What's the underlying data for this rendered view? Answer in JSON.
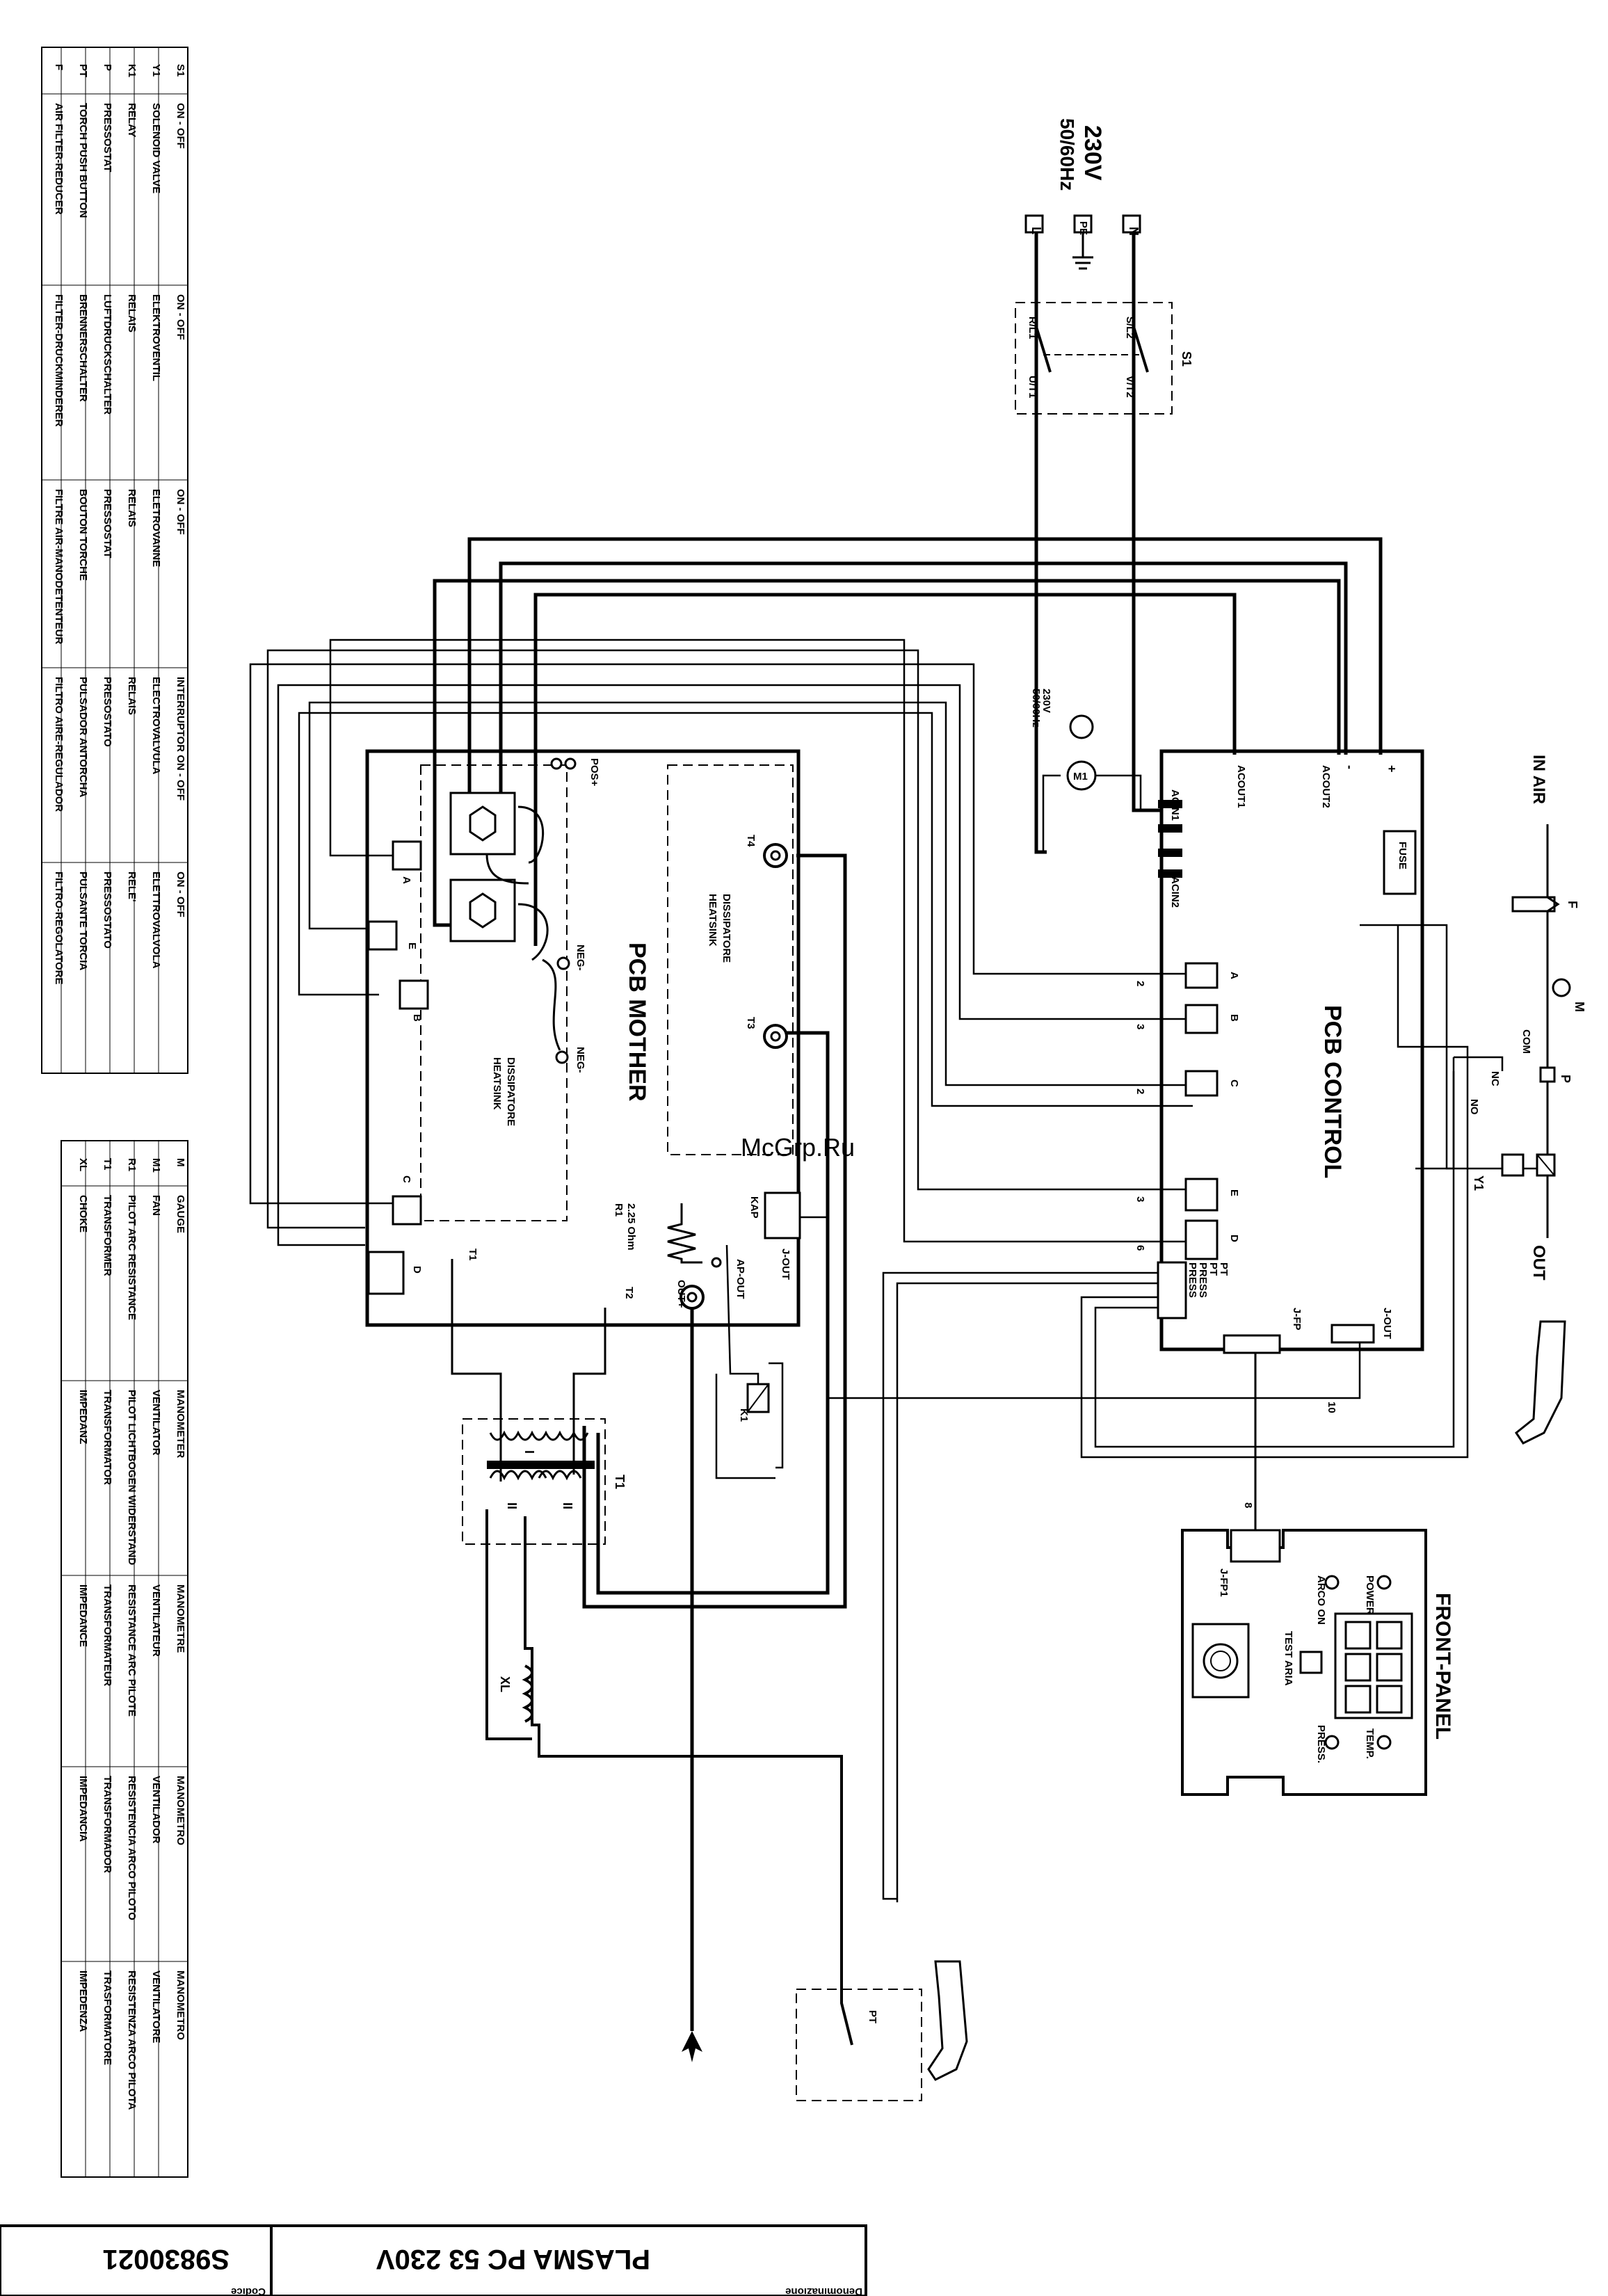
{
  "supply": {
    "voltage": "230V",
    "frequency": "50/60Hz",
    "terminals": [
      "L",
      "PE",
      "N"
    ]
  },
  "switch": {
    "ref": "S1",
    "pins": [
      "R/L1",
      "S/L2",
      "U/T1",
      "V/T2"
    ]
  },
  "pcb_control": {
    "title": "PCB CONTROL",
    "terminals": [
      "ACOUT1",
      "ACOUT2",
      "-",
      "+",
      "ACIN1",
      "ACIN2",
      "FUSE",
      "J-OUT",
      "J-FP",
      "PT",
      "PT",
      "PRESS",
      "PRESS"
    ],
    "connectors": [
      "A",
      "B",
      "C",
      "E",
      "D"
    ]
  },
  "pcb_mother": {
    "title": "PCB MOTHER",
    "terminals": [
      "POS+",
      "NEG-",
      "NEG-",
      "T4",
      "T3",
      "KAP",
      "J-OUT",
      "AP-OUT",
      "OUT+",
      "T1",
      "T2"
    ],
    "heatsink": [
      "DISSIPATORE",
      "HEATSINK"
    ],
    "resistor": {
      "ref": "R1",
      "value": "2.25 Ohm"
    },
    "connectors": [
      "A",
      "E",
      "B",
      "C",
      "D"
    ],
    "relay": "K1"
  },
  "fan": {
    "ref": "M1",
    "voltage": "230V",
    "frequency": "50/60Hz"
  },
  "air_line": {
    "in": "IN AIR",
    "out": "OUT",
    "parts": [
      "F",
      "M",
      "P",
      "Y1",
      "COM",
      "NC",
      "NO"
    ]
  },
  "front_panel": {
    "title": "FRONT-PANEL",
    "labels": [
      "POWER",
      "ARCO ON",
      "TEST ARIA",
      "TEMP.",
      "PRESS."
    ],
    "connector": "J-FP1"
  },
  "cables": {
    "wire_counts": [
      "2",
      "3",
      "2",
      "3",
      "6",
      "10",
      "8"
    ]
  },
  "transformer": {
    "ref": "T1",
    "windings": [
      "I",
      "II",
      "II"
    ]
  },
  "choke": {
    "ref": "XL"
  },
  "torch": {
    "label": "PT"
  },
  "watermark": "McGrp.Ru",
  "table1": {
    "rows": [
      [
        "S1",
        "ON - OFF",
        "ON - OFF",
        "ON - OFF",
        "INTERRUPTOR ON - OFF",
        "ON - OFF"
      ],
      [
        "Y1",
        "SOLENOID VALVE",
        "ELEKTROVENTIL",
        "ELETROVANNE",
        "ELECTROVALVULA",
        "ELETTROVALVOLA"
      ],
      [
        "K1",
        "RELAY",
        "RELAIS",
        "RELAIS",
        "RELAIS",
        "RELE'"
      ],
      [
        "P",
        "PRESSOSTAT",
        "LUFTDRUCKSCHALTER",
        "PRESSOSTAT",
        "PRESOSTATO",
        "PRESSOSTATO"
      ],
      [
        "PT",
        "TORCH PUSH BUTTON",
        "BRENNERSCHALTER",
        "BOUTON TORCHE",
        "PULSADOR ANTORCHA",
        "PULSANTE TORCIA"
      ],
      [
        "F",
        "AIR FILTER-REDUCER",
        "FILTER-DRUCKMINDERER",
        "FILTRE AIR-MANODETENTEUR",
        "FILTRO AIRE-REGULADOR",
        "FILTRO-REGOLATORE"
      ]
    ]
  },
  "table2": {
    "rows": [
      [
        "M",
        "GAUGE",
        "MANOMETER",
        "MANOMETRE",
        "MANOMETRO",
        "MANOMETRO"
      ],
      [
        "M1",
        "FAN",
        "VENTILATOR",
        "VENTILATEUR",
        "VENTILADOR",
        "VENTILATORE"
      ],
      [
        "R1",
        "PILOT ARC RESISTANCE",
        "PILOT LICHTBOGEN WIDERSTAND",
        "RESISTANCE ARC PILOTE",
        "RESISTENCIA ARCO PILOTO",
        "RESISTENZA ARCO PILOTA"
      ],
      [
        "T1",
        "TRANSFORMER",
        "TRANSFORMATOR",
        "TRANSFORMATEUR",
        "TRANSFORMADOR",
        "TRASFORMATORE"
      ],
      [
        "XL",
        "CHOKE",
        "IMPEDANZ",
        "IMPEDANCE",
        "IMPEDANCIA",
        "IMPEDENZA"
      ]
    ]
  },
  "title_block": {
    "denomination_label": "Denominazione",
    "denomination": "PLASMA  PC  53    230V",
    "code_label": "Codice",
    "code": "S9830021"
  }
}
